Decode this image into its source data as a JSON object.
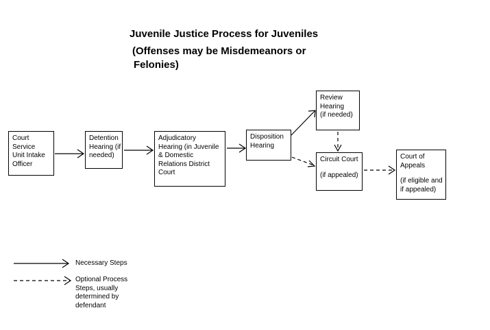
{
  "page": {
    "background_color": "#ffffff",
    "ink_color": "#000000"
  },
  "title": {
    "line1": "Juvenile Justice Process for Juveniles",
    "line2": "(Offenses may be Misdemeanors or",
    "line3": "Felonies)"
  },
  "nodes": {
    "intake": {
      "lines": [
        "Court",
        "Service",
        "Unit Intake",
        "Officer"
      ]
    },
    "detention": {
      "lines": [
        "Detention",
        "Hearing (if",
        "needed)"
      ]
    },
    "adjudicatory": {
      "lines": [
        "Adjudicatory",
        "Hearing (in Juvenile",
        "& Domestic",
        "Relations District",
        "Court"
      ]
    },
    "disposition": {
      "lines": [
        "Disposition",
        "Hearing"
      ]
    },
    "review": {
      "lines": [
        "Review",
        "Hearing",
        "(if needed)"
      ]
    },
    "circuit": {
      "lines": [
        "Circuit Court"
      ],
      "lines_after_gap": [
        "(if appealed)"
      ]
    },
    "appeals": {
      "lines": [
        "Court of",
        "Appeals"
      ],
      "lines_after_gap": [
        "(if eligible and",
        "if appealed)"
      ]
    }
  },
  "edges": [
    {
      "name": "intake-to-detention",
      "style": "solid"
    },
    {
      "name": "detention-to-adjudicatory",
      "style": "solid"
    },
    {
      "name": "adjudicatory-to-disposition",
      "style": "solid"
    },
    {
      "name": "disposition-to-review",
      "style": "solid"
    },
    {
      "name": "disposition-to-circuit",
      "style": "dashed"
    },
    {
      "name": "review-to-circuit",
      "style": "dashed"
    },
    {
      "name": "circuit-to-appeals",
      "style": "dashed"
    }
  ],
  "legend": {
    "necessary": {
      "style": "solid",
      "label": "Necessary Steps"
    },
    "optional": {
      "style": "dashed",
      "label_lines": [
        "Optional Process",
        "Steps, usually",
        "determined by",
        "defendant"
      ]
    }
  }
}
